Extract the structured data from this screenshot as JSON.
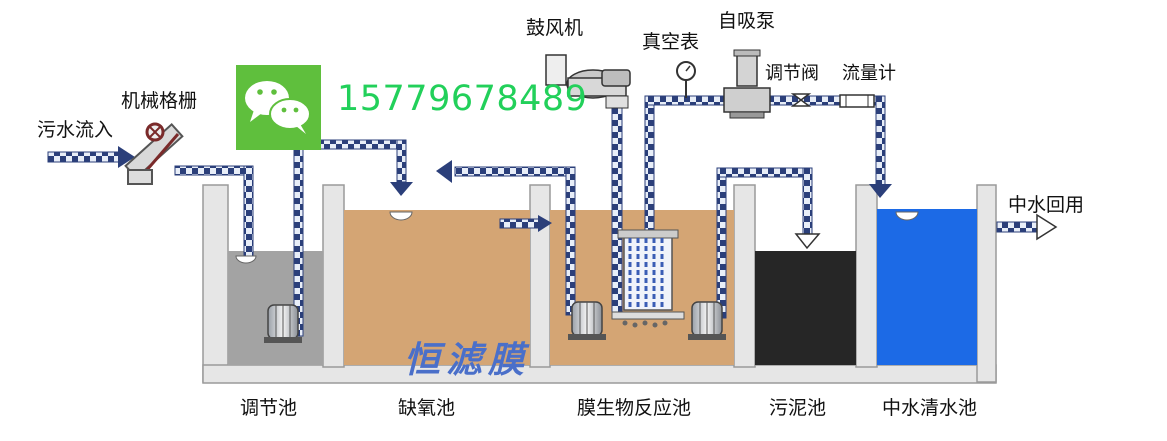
{
  "labels": {
    "inflow": "污水流入",
    "screen": "机械格栅",
    "blower": "鼓风机",
    "vacuum_gauge": "真空表",
    "self_priming_pump": "自吸泵",
    "regulating_valve": "调节阀",
    "flow_meter": "流量计",
    "reuse": "中水回用"
  },
  "tanks": {
    "regulating_tank": "调节池",
    "anoxic_tank": "缺氧池",
    "mbr_tank": "膜生物反应池",
    "sludge_tank": "污泥池",
    "reclaimed_water_tank": "中水清水池"
  },
  "contact": {
    "phone": "15779678489"
  },
  "watermark": "恒滤膜",
  "colors": {
    "wall": "#e6e6e6",
    "wall_edge": "#9a9a9a",
    "regulating_water": "#a3a3a3",
    "anoxic_water": "#d4a574",
    "sludge_water": "#262626",
    "clear_water": "#1c6ae6",
    "pipe_dark": "#2b3f7a",
    "pipe_light": "#e8eef8",
    "wechat_green": "#5fbf3d",
    "phone_green": "#22d05a",
    "brand_blue": "#4a6fc9"
  }
}
